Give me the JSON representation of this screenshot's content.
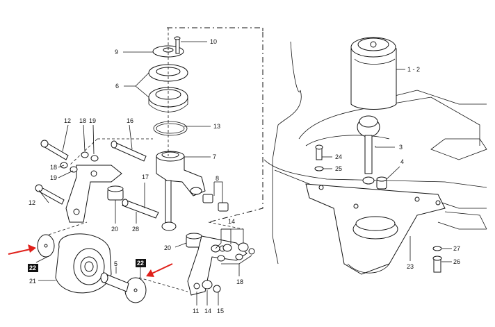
{
  "callouts": {
    "c1": "1 - 2",
    "c3": "3",
    "c4": "4",
    "c5": "5",
    "c6": "6",
    "c7": "7",
    "c8": "8",
    "c9": "9",
    "c10": "10",
    "c11": "11",
    "c12a": "12",
    "c12b": "12",
    "c13": "13",
    "c14a": "14",
    "c14b": "14",
    "c15": "15",
    "c16": "16",
    "c17": "17",
    "c18a": "18",
    "c18b": "18",
    "c18c": "18",
    "c19a": "19",
    "c19b": "19",
    "c20a": "20",
    "c20b": "20",
    "c21": "21",
    "c22a": "22",
    "c22b": "22",
    "c23": "23",
    "c24": "24",
    "c25": "25",
    "c26": "26",
    "c27": "27",
    "c28": "28"
  },
  "colors": {
    "line": "#111111",
    "arrow": "#e0201a",
    "highlight_box": "#111111"
  }
}
